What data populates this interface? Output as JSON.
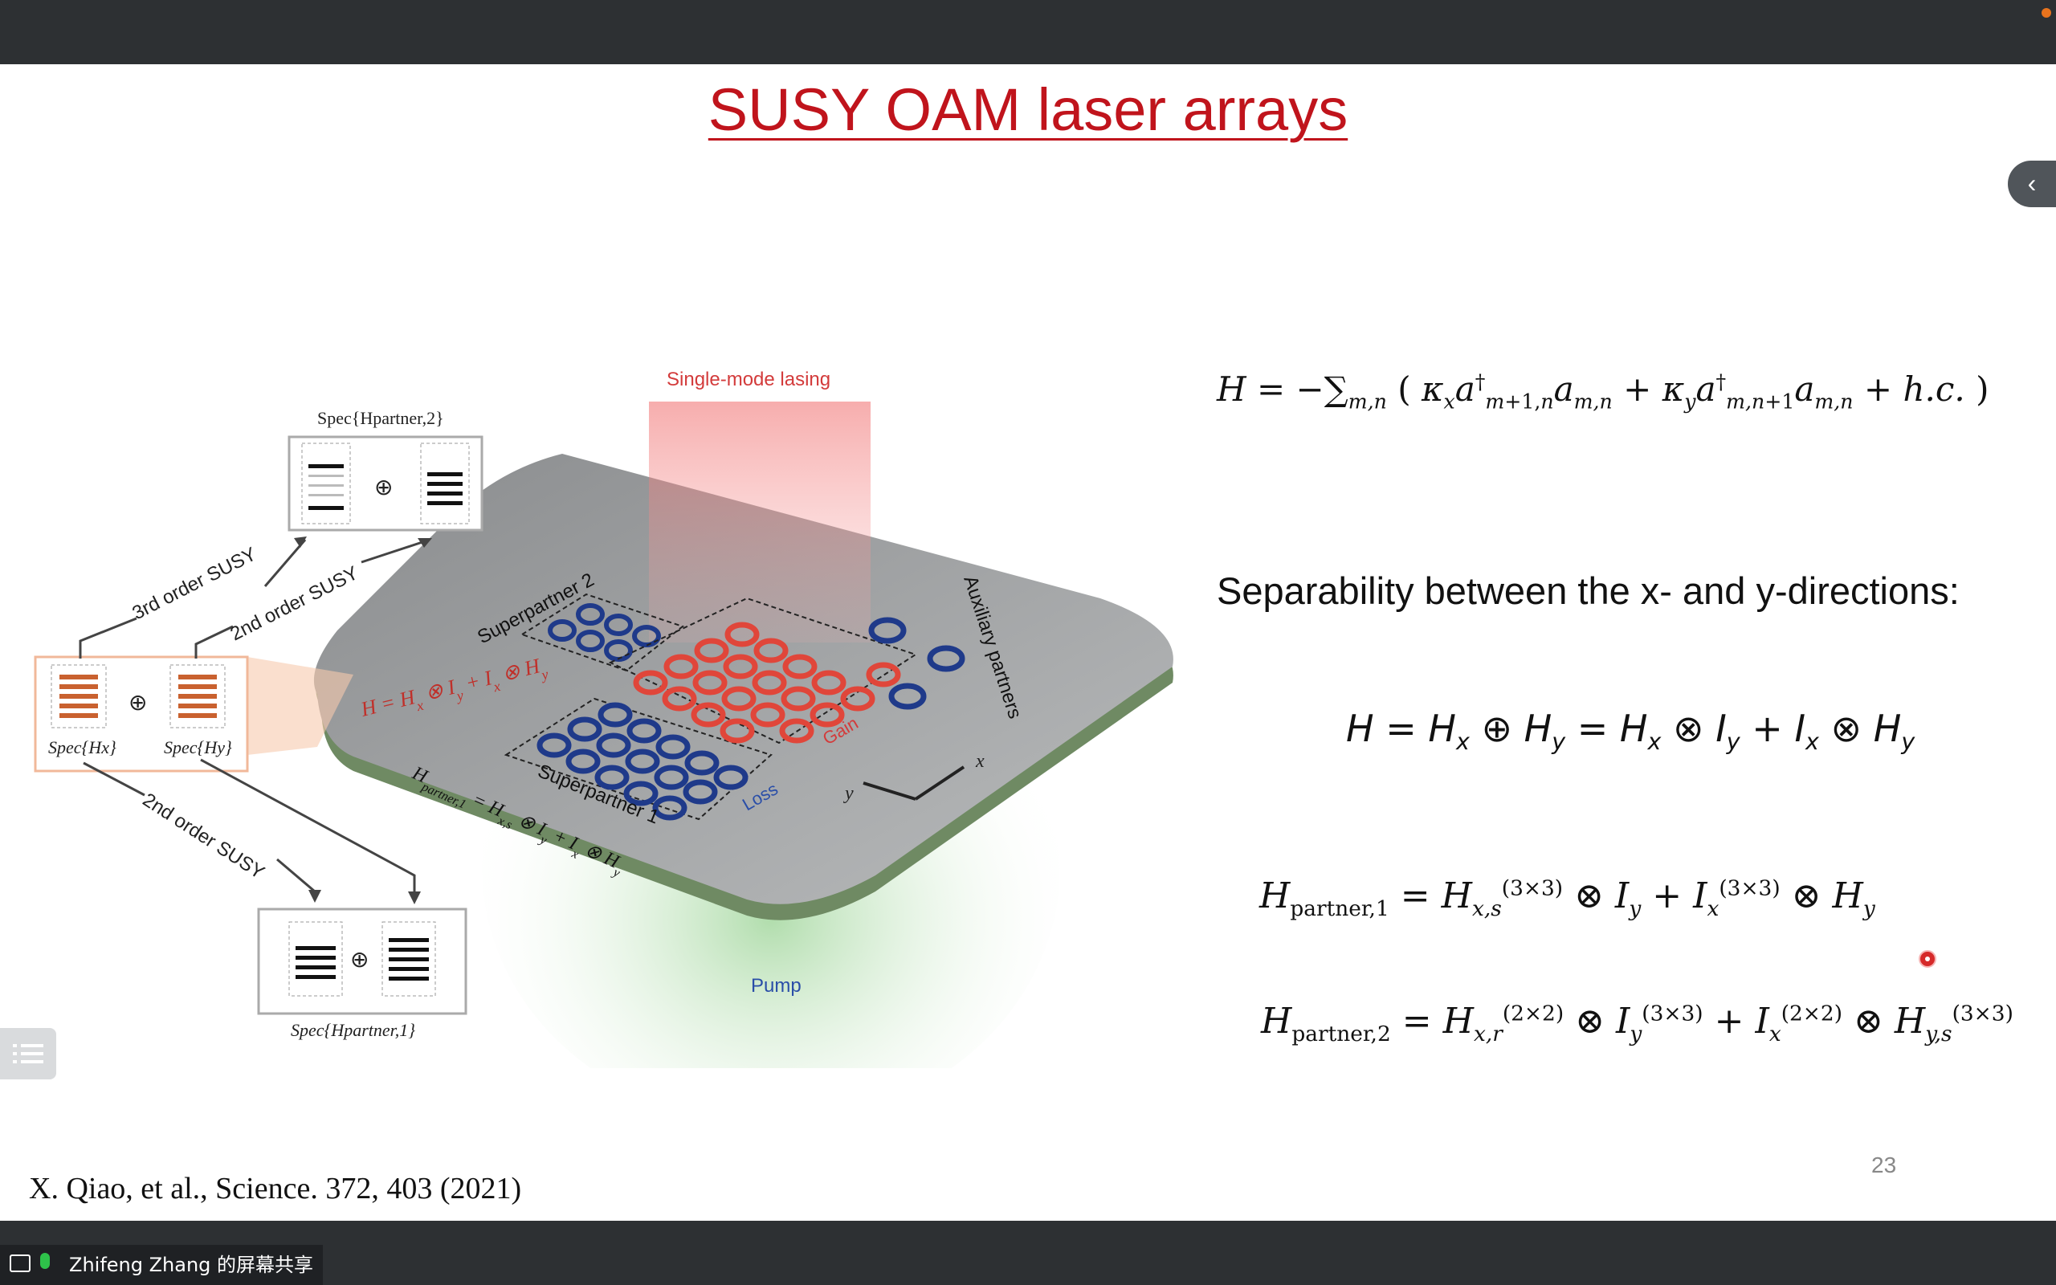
{
  "slide": {
    "title": "SUSY OAM laser arrays",
    "page_number": "23",
    "citation": "X. Qiao, et al., Science. 372, 403 (2021)"
  },
  "equations": {
    "separability_text": "Separability between the x- and y-directions:"
  },
  "figure": {
    "labels": {
      "single_mode": "Single-mode lasing",
      "pump": "Pump",
      "superpartner2": "Superpartner 2",
      "superpartner1": "Superpartner 1",
      "auxiliary": "Auxiliary partners",
      "gain": "Gain",
      "loss": "Loss",
      "third_order": "3rd order SUSY",
      "second_order_top": "2nd order SUSY",
      "second_order_bottom": "2nd order SUSY",
      "spec_hx": "Spec{Hx}",
      "spec_hy": "Spec{Hy}",
      "spec_partner2": "Spec{Hpartner,2}",
      "spec_partner1": "Spec{Hpartner,1}",
      "axis_x": "x",
      "axis_y": "y",
      "oplus": "⊕"
    },
    "colors": {
      "gain": "#e0463a",
      "loss": "#1f3a8a",
      "pump": "#9fd49b",
      "lasing": "#f2a0a0"
    }
  },
  "zoom": {
    "sharer_label": "Zhifeng Zhang 的屏幕共享"
  }
}
